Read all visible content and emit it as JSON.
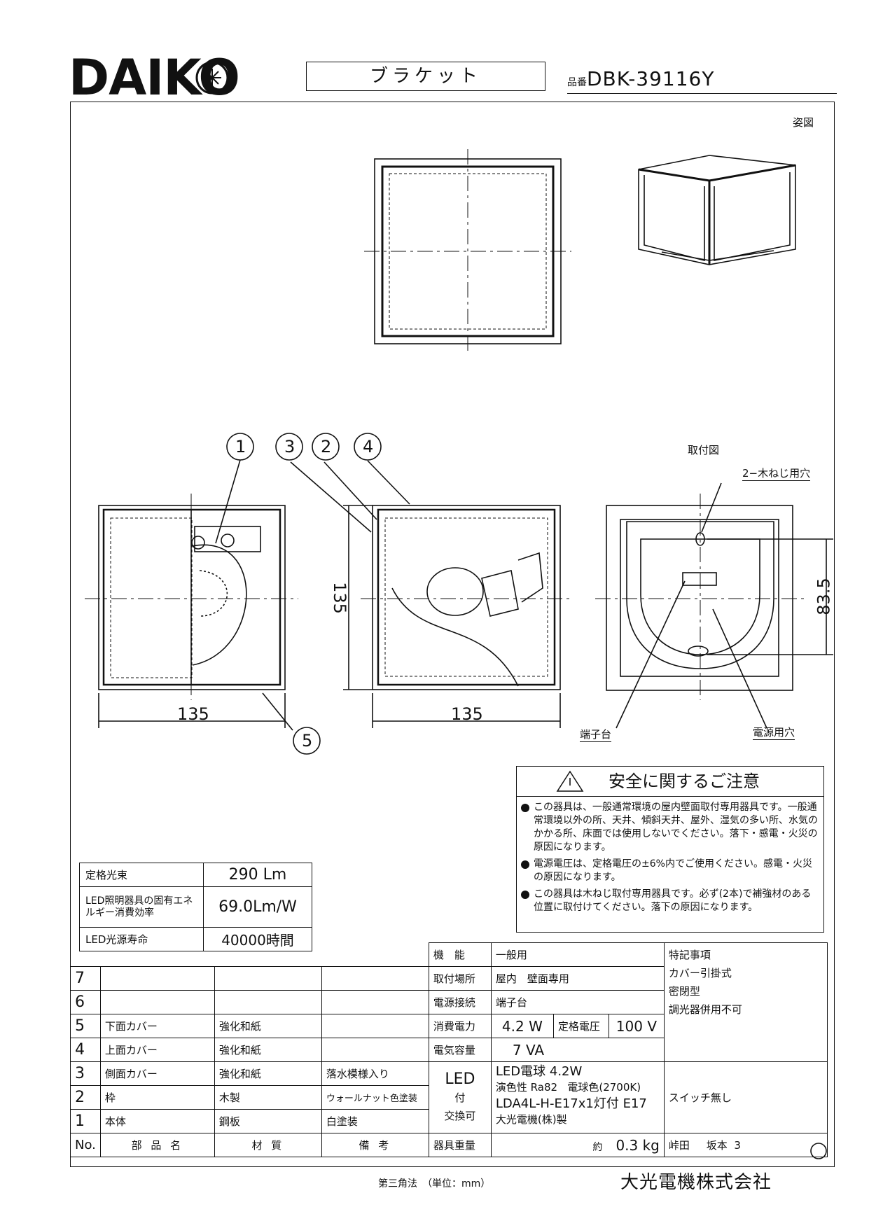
{
  "header": {
    "brand": "DAIKO",
    "product_type": "ブラケット",
    "model_prefix": "品番",
    "model_number": "DBK-39116Y"
  },
  "drawing": {
    "perspective_label": "姿図",
    "mounting_label": "取付図",
    "screw_hole_label": "2−木ねじ用穴",
    "terminal_label": "端子台",
    "power_hole_label": "電源用穴",
    "dim_width_1": "135",
    "dim_width_2": "135",
    "dim_height": "135",
    "dim_mount": "83.5",
    "callouts": [
      "1",
      "2",
      "3",
      "4",
      "5"
    ]
  },
  "safety": {
    "title": "安全に関するご注意",
    "items": [
      "この器具は、一般通常環境の屋内壁面取付専用器具です。一般通常環境以外の所、天井、傾斜天井、屋外、湿気の多い所、水気のかかる所、床面では使用しないでください。落下・感電・火災の原因になります。",
      "電源電圧は、定格電圧の±6%内でご使用ください。感電・火災の原因になります。",
      "この器具は木ねじ取付専用器具です。必ず(2本)で補強材のある位置に取付けてください。落下の原因になります。"
    ]
  },
  "ratings": [
    {
      "label": "定格光束",
      "value": "290 Lm"
    },
    {
      "label": "LED照明器具の固有エネルギー消費効率",
      "value": "69.0Lm/W"
    },
    {
      "label": "LED光源寿命",
      "value": "40000時間"
    }
  ],
  "parts": {
    "headers": {
      "no": "No.",
      "name": "部 品 名",
      "material": "材 質",
      "note": "備 考"
    },
    "rows": [
      {
        "no": "7",
        "name": "",
        "material": "",
        "note": ""
      },
      {
        "no": "6",
        "name": "",
        "material": "",
        "note": ""
      },
      {
        "no": "5",
        "name": "下面カバー",
        "material": "強化和紙",
        "note": ""
      },
      {
        "no": "4",
        "name": "上面カバー",
        "material": "強化和紙",
        "note": ""
      },
      {
        "no": "3",
        "name": "側面カバー",
        "material": "強化和紙",
        "note": "落水模様入り"
      },
      {
        "no": "2",
        "name": "枠",
        "material": "木製",
        "note": "ウォールナット色塗装"
      },
      {
        "no": "1",
        "name": "本体",
        "material": "鋼板",
        "note": "白塗装"
      }
    ]
  },
  "specs": {
    "function_label": "機　能",
    "function": "一般用",
    "mount_label": "取付場所",
    "mount": "屋内　壁面専用",
    "power_conn_label": "電源接続",
    "power_conn": "端子台",
    "consumption_label": "消費電力",
    "consumption": "4.2 W",
    "rated_voltage_label": "定格電圧",
    "rated_voltage": "100 V",
    "capacity_label": "電気容量",
    "capacity": "7 VA",
    "led_label": "LED",
    "led_sub": "付",
    "led_sub2": "交換可",
    "lamp_line1": "LED電球 4.2W",
    "lamp_line2a": "演色性 Ra82",
    "lamp_line2b": "電球色(2700K)",
    "lamp_line3": "LDA4L-H-E17x1灯付 E17",
    "lamp_line4": "大光電機(株)製",
    "weight_label": "器具重量",
    "weight_prefix": "約",
    "weight": "0.3 kg",
    "notes_label": "特記事項",
    "notes": [
      "カバー引掛式",
      "密閉型",
      "調光器併用不可"
    ],
    "switch": "スイッチ無し",
    "sign1": "峠田",
    "sign2": "坂本",
    "sheet": "3"
  },
  "footer": {
    "projection": "第三角法　（単位：mm）",
    "company": "大光電機株式会社"
  }
}
